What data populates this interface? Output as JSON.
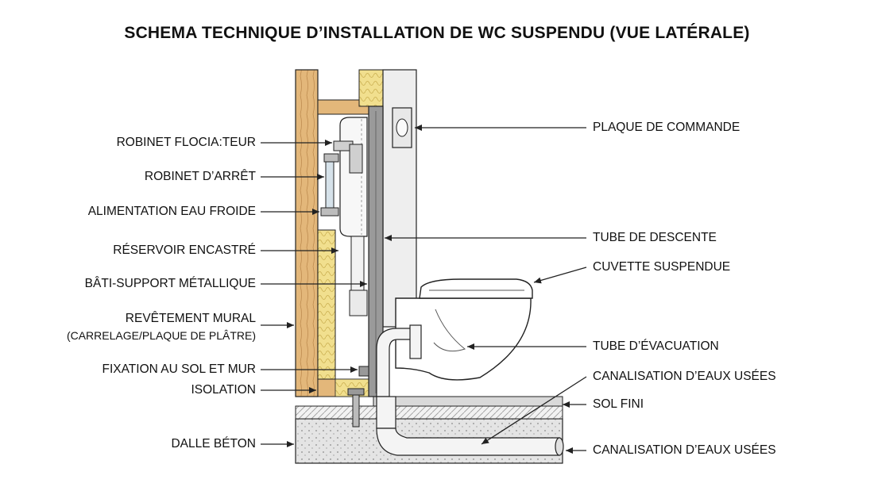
{
  "title": "SCHEMA TECHNIQUE D’INSTALLATION DE WC SUSPENDU (VUE LATÉRALE)",
  "labels": {
    "robinet_flotteur": "ROBINET FLOCIA:TEUR",
    "robinet_arret": "ROBINET D’ARRÊT",
    "alimentation": "ALIMENTATION EAU FROIDE",
    "reservoir": "RÉSERVOIR ENCASTRÉ",
    "bati": "BÂTI-SUPPORT MÉTALLIQUE",
    "revetement": "REVÊTEMENT MURAL",
    "revetement_sub": "(CARRELAGE/PLAQUE DE PLÂTRE)",
    "fixation": "FIXATION AU SOL ET MUR",
    "isolation": "ISOLATION",
    "dalle": "DALLE BÉTON",
    "plaque": "PLAQUE DE COMMANDE",
    "tube_descente": "TUBE DE DESCENTE",
    "cuvette": "CUVETTE SUSPENDUE",
    "tube_evacuation": "TUBE D’ÉVACUATION",
    "canalisation_1": "CANALISATION D’EAUX USÉES",
    "sol": "SOL FINI",
    "canalisation_2": "CANALISATION D’EAUX USÉES"
  },
  "colors": {
    "wood": "#e3b77a",
    "insulation": "#f1df8e",
    "concrete": "#e4e4e4",
    "wall": "#eeeeee",
    "line": "#222222"
  }
}
